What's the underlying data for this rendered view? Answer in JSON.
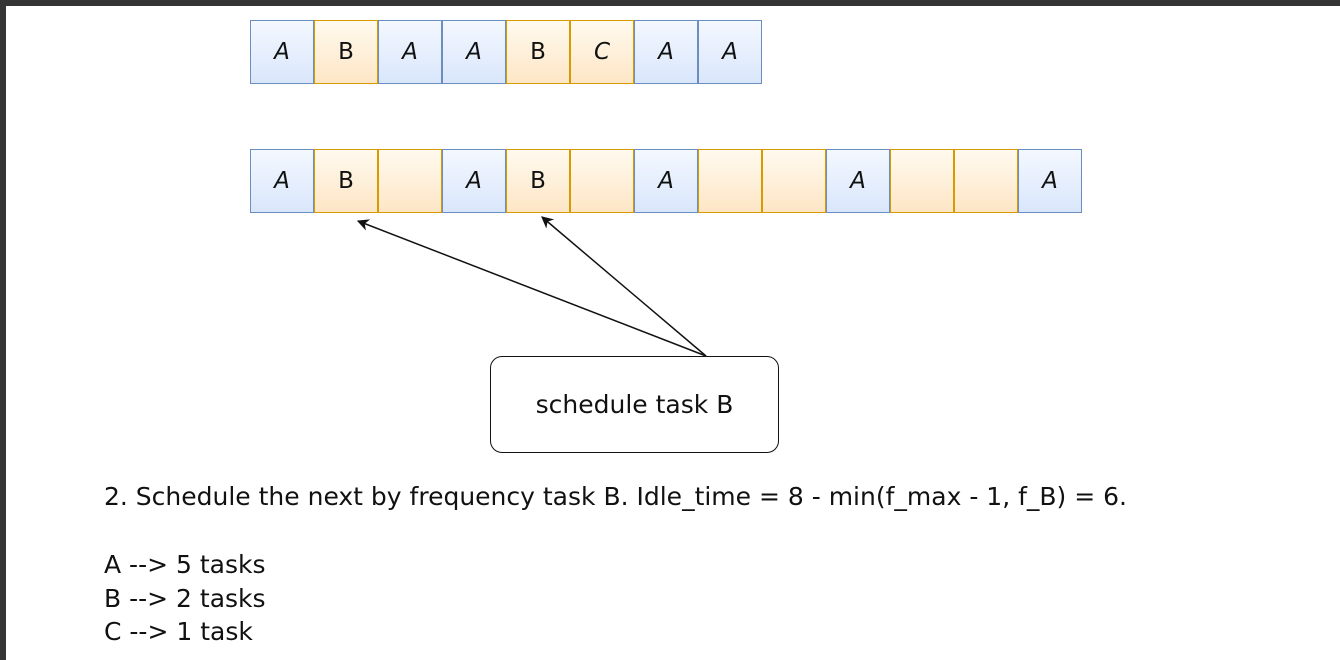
{
  "row1": [
    {
      "label": "A",
      "color": "blue"
    },
    {
      "label": "B",
      "color": "orange"
    },
    {
      "label": "A",
      "color": "blue"
    },
    {
      "label": "A",
      "color": "blue"
    },
    {
      "label": "B",
      "color": "orange"
    },
    {
      "label": "C",
      "color": "orange"
    },
    {
      "label": "A",
      "color": "blue"
    },
    {
      "label": "A",
      "color": "blue"
    }
  ],
  "row2": [
    {
      "label": "A",
      "color": "blue"
    },
    {
      "label": "B",
      "color": "orange"
    },
    {
      "label": "",
      "color": "orange"
    },
    {
      "label": "A",
      "color": "blue"
    },
    {
      "label": "B",
      "color": "orange"
    },
    {
      "label": "",
      "color": "orange"
    },
    {
      "label": "A",
      "color": "blue"
    },
    {
      "label": "",
      "color": "orange"
    },
    {
      "label": "",
      "color": "orange"
    },
    {
      "label": "A",
      "color": "blue"
    },
    {
      "label": "",
      "color": "orange"
    },
    {
      "label": "",
      "color": "orange"
    },
    {
      "label": "A",
      "color": "blue"
    }
  ],
  "callout": "schedule task B",
  "step": "2. Schedule the next by frequency task B. Idle_time = 8 - min(f_max - 1, f_B) = 6.",
  "counts": [
    "A --> 5 tasks",
    "B --> 2 tasks",
    "C --> 1 task"
  ]
}
